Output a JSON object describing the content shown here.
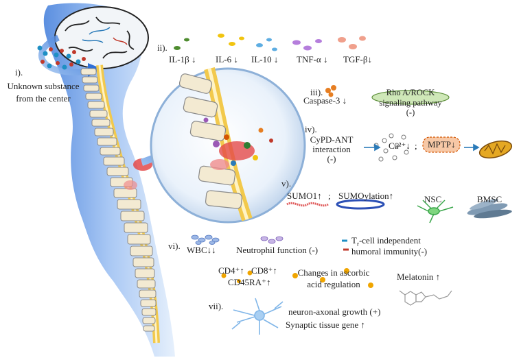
{
  "figure": {
    "section_i": {
      "roman": "i).",
      "line1": "Unknown substance",
      "line2": "from the center"
    },
    "section_ii": {
      "roman": "ii).",
      "items": [
        "IL-1β ↓",
        "IL-6 ↓",
        "IL-10 ↓",
        "TNF-α ↓",
        "TGF-β↓"
      ]
    },
    "section_iii": {
      "roman": "iii).",
      "caspase": "Caspase-3 ↓",
      "rho_line1": "Rho A/ROCK",
      "rho_line2": "signaling pathway",
      "rho_line3": "(-)"
    },
    "section_iv": {
      "roman": "iv).",
      "cypd_line1": "CyPD-ANT",
      "cypd_line2": "interaction",
      "cypd_line3": "(-)",
      "ca": "Ca²⁺↓",
      "sep": ";",
      "mptp": "MPTP↓"
    },
    "section_v": {
      "roman": "v).",
      "sumo1": "SUMO1↑",
      "sep": ";",
      "sumoylation": "SUMOylation↑",
      "nsc": "NSC",
      "bmsc": "BMSC"
    },
    "section_vi": {
      "roman": "vi).",
      "wbc": "WBC↓↓",
      "neutrophil": "Neutrophil function (-)",
      "t_cell_line1": "T",
      "t_cell_sub": "r",
      "t_cell_rest": "-cell independent",
      "humoral": "humoral immunity(-)",
      "cd4": "CD4⁺↑",
      "cd8": "CD8⁺↑",
      "cd45": "CD45RA⁺↑",
      "ascorbic_line1": "Changes in ascorbic",
      "ascorbic_line2": "acid regulation",
      "melatonin": "Melatonin ↑"
    },
    "section_vii": {
      "roman": "vii).",
      "neuron": "neuron-axonal growth (+)",
      "synaptic": "Synaptic tissue gene ↑"
    }
  }
}
